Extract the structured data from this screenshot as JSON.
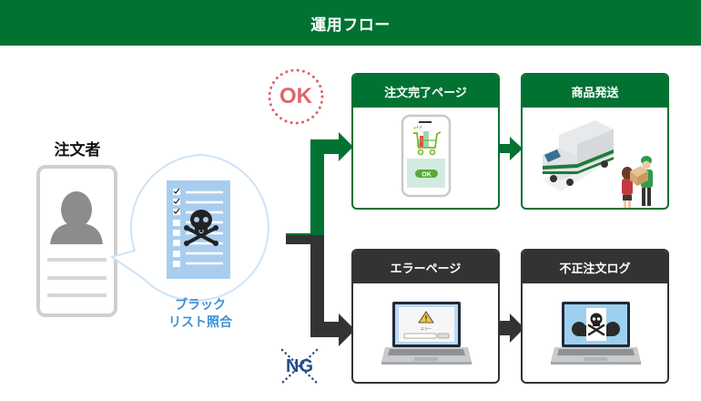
{
  "header": {
    "title": "運用フロー"
  },
  "orderer": {
    "title": "注文者"
  },
  "blacklist": {
    "label_line1": "ブラック",
    "label_line2": "リスト照合"
  },
  "stamps": {
    "ok": "OK",
    "ng": "NG"
  },
  "ok_flow": {
    "step1": {
      "title": "注文完了ページ",
      "button_label": "OK"
    },
    "step2": {
      "title": "商品発送"
    }
  },
  "ng_flow": {
    "step1": {
      "title": "エラーページ",
      "dialog_text": "エラー"
    },
    "step2": {
      "title": "不正注文ログ"
    }
  },
  "colors": {
    "ok_green": "#017232",
    "ng_dark": "#333333",
    "ok_stamp": "#e06469",
    "ng_stamp": "#234c88",
    "blacklist_blue": "#3f8fd2"
  }
}
